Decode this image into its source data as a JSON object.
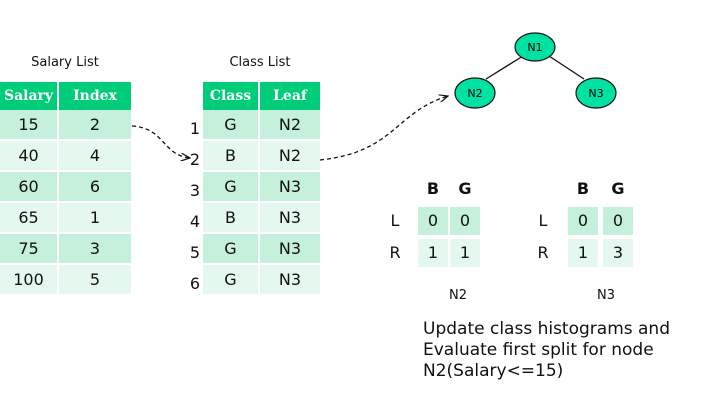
{
  "salary_list": {
    "title": "Salary List",
    "headers": [
      "Salary",
      "Index"
    ],
    "rows": [
      [
        "15",
        "2"
      ],
      [
        "40",
        "4"
      ],
      [
        "60",
        "6"
      ],
      [
        "65",
        "1"
      ],
      [
        "75",
        "3"
      ],
      [
        "100",
        "5"
      ]
    ]
  },
  "class_list": {
    "title": "Class List",
    "headers": [
      "Class",
      "Leaf"
    ],
    "row_numbers": [
      "1",
      "2",
      "3",
      "4",
      "5",
      "6"
    ],
    "rows": [
      [
        "G",
        "N2"
      ],
      [
        "B",
        "N2"
      ],
      [
        "G",
        "N3"
      ],
      [
        "B",
        "N3"
      ],
      [
        "G",
        "N3"
      ],
      [
        "G",
        "N3"
      ]
    ]
  },
  "tree": {
    "nodes": [
      "N1",
      "N2",
      "N3"
    ],
    "node_color": "#00e2a2"
  },
  "histograms": [
    {
      "caption": "N2",
      "cols": [
        "B",
        "G"
      ],
      "rows": [
        {
          "label": "L",
          "values": [
            "0",
            "0"
          ]
        },
        {
          "label": "R",
          "values": [
            "1",
            "1"
          ]
        }
      ]
    },
    {
      "caption": "N3",
      "cols": [
        "B",
        "G"
      ],
      "rows": [
        {
          "label": "L",
          "values": [
            "0",
            "0"
          ]
        },
        {
          "label": "R",
          "values": [
            "1",
            "3"
          ]
        }
      ]
    }
  ],
  "note": {
    "lines": [
      "Update class histograms and",
      "Evaluate first split for node",
      "N2(Salary<=15)"
    ]
  },
  "colors": {
    "header_green": "#00cc7a",
    "cell_dark": "#c5f0dc",
    "cell_light": "#e5f8ef"
  }
}
